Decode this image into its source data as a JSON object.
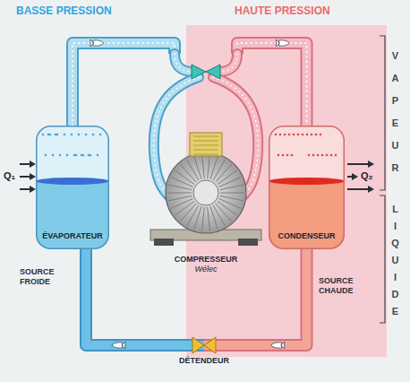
{
  "diagram": {
    "nodes": [
      {
        "text": [
          "ÉVAPORATEUR"
        ]
      },
      {
        "text": [
          "COMPRESSEUR",
          "Wélec"
        ]
      },
      {
        "text": [
          "CONDENSEUR"
        ]
      },
      {
        "text": [
          "DÉTENDEUR"
        ]
      }
    ],
    "edges": [
      {
        "from": 0,
        "to": 1,
        "arrow": "to"
      },
      {
        "from": 1,
        "to": 2,
        "arrow": "to"
      },
      {
        "from": 2,
        "to": 3,
        "arrow": "to"
      },
      {
        "from": 3,
        "to": 0,
        "arrow": "to"
      }
    ],
    "labels": [
      "BASSE PRESSION",
      "HAUTE PRESSION",
      "VAPEUR",
      "LIQUIDE",
      "Q₁",
      "Q₂",
      "SOURCE FROIDE",
      "SOURCE CHAUDE"
    ]
  }
}
